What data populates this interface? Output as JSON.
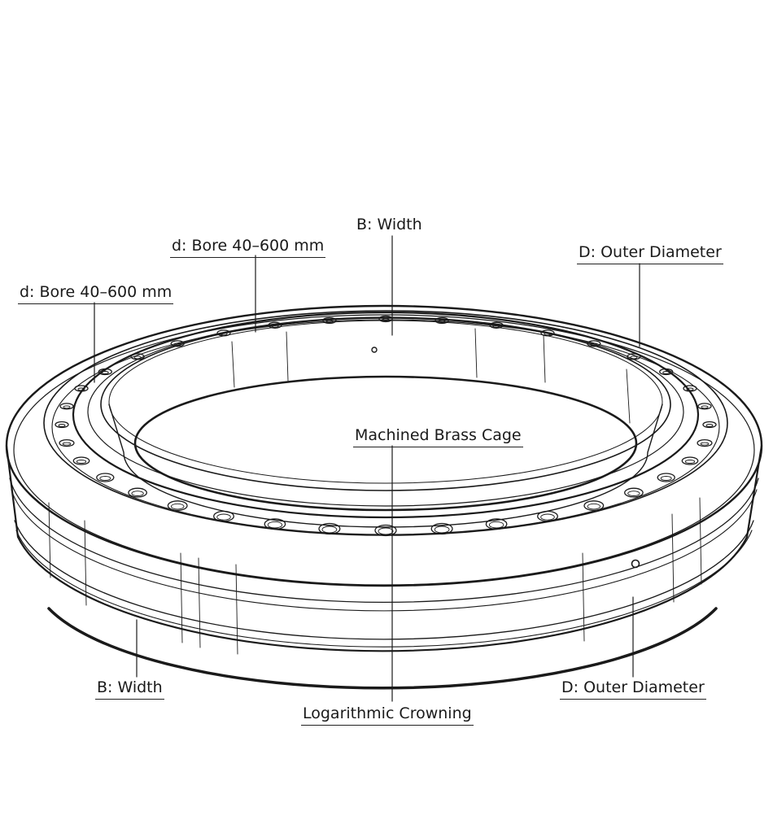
{
  "labels": {
    "bore_top": "d: Bore 40–600 mm",
    "bore_left": "d: Bore 40–600 mm",
    "width_top": "B: Width",
    "outer_top": "D: Outer Diameter",
    "cage": "Machined Brass Cage",
    "width_bottom": "B: Width",
    "crowning": "Logarithmic Crowning",
    "outer_bottom": "D: Outer Diameter"
  },
  "colors": {
    "ink": "#1a1a1a",
    "background": "#ffffff"
  },
  "roller_count": 36
}
